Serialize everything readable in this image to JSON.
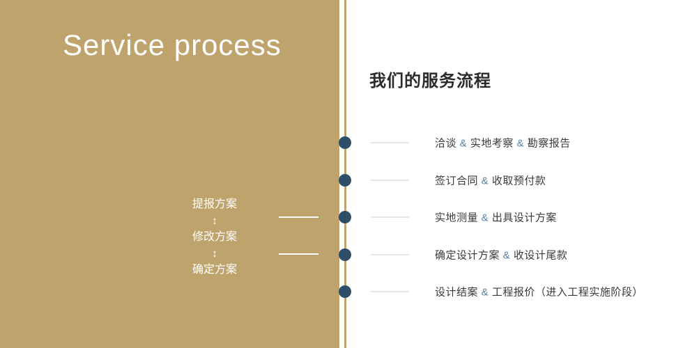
{
  "left_panel": {
    "title": "Service process",
    "flow_items": [
      "提报方案",
      "修改方案",
      "确定方案"
    ],
    "arrow_glyph": "↕"
  },
  "right_panel": {
    "heading": "我们的服务流程",
    "separator": "&",
    "steps": [
      [
        "洽谈",
        "实地考察",
        "勘察报告"
      ],
      [
        "签订合同",
        "收取预付款"
      ],
      [
        "实地测量",
        "出具设计方案"
      ],
      [
        "确定设计方案",
        "收设计尾款"
      ],
      [
        "设计结案",
        "工程报价（进入工程实施阶段）"
      ]
    ]
  },
  "colors": {
    "panel_gold": "#bfa36c",
    "dot_navy": "#2d4e66",
    "amp_blue": "#5b82a8",
    "text_dark": "#3a3a3a",
    "line_gray": "#cccccc"
  }
}
